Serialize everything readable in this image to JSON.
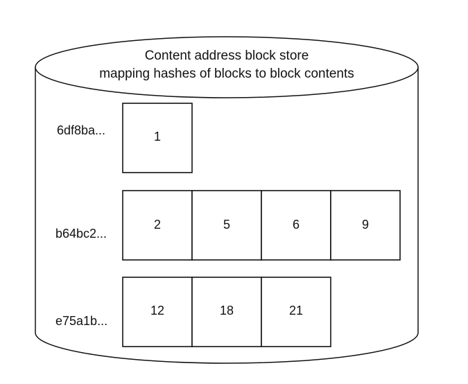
{
  "store": {
    "title_line1": "Content address block store",
    "title_line2": "mapping hashes of blocks to block contents"
  },
  "rows": [
    {
      "hash": "6df8ba...",
      "blocks": [
        "1"
      ]
    },
    {
      "hash": "b64bc2...",
      "blocks": [
        "2",
        "5",
        "6",
        "9"
      ]
    },
    {
      "hash": "e75a1b...",
      "blocks": [
        "12",
        "18",
        "21"
      ]
    }
  ],
  "colors": {
    "stroke": "#111111",
    "fill": "#ffffff"
  }
}
